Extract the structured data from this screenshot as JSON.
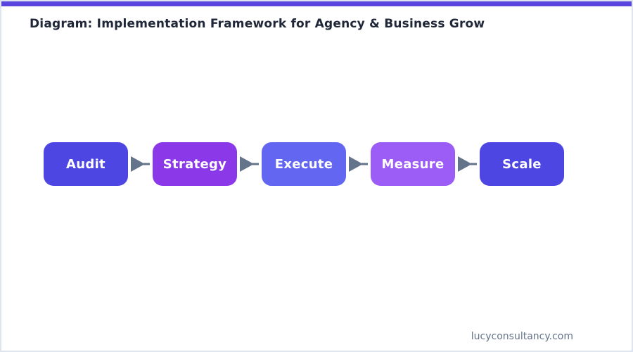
{
  "page": {
    "background_color": "#ffffff",
    "border_color": "#dfe4f1",
    "accent_bar_color": "#5a46df"
  },
  "header": {
    "title": "Diagram: Implementation Framework for Agency & Business Grow",
    "title_color": "#1e2638"
  },
  "flow": {
    "steps": [
      {
        "label": "Audit",
        "color": "#4e46e2"
      },
      {
        "label": "Strategy",
        "color": "#8b39e8"
      },
      {
        "label": "Execute",
        "color": "#6366f0"
      },
      {
        "label": "Measure",
        "color": "#9c5cf6"
      },
      {
        "label": "Scale",
        "color": "#4e46e2"
      }
    ],
    "step_text_color": "#ffffff",
    "arrow_color": "#64748b"
  },
  "footer": {
    "website": "lucyconsultancy.com",
    "color": "#64748b"
  }
}
